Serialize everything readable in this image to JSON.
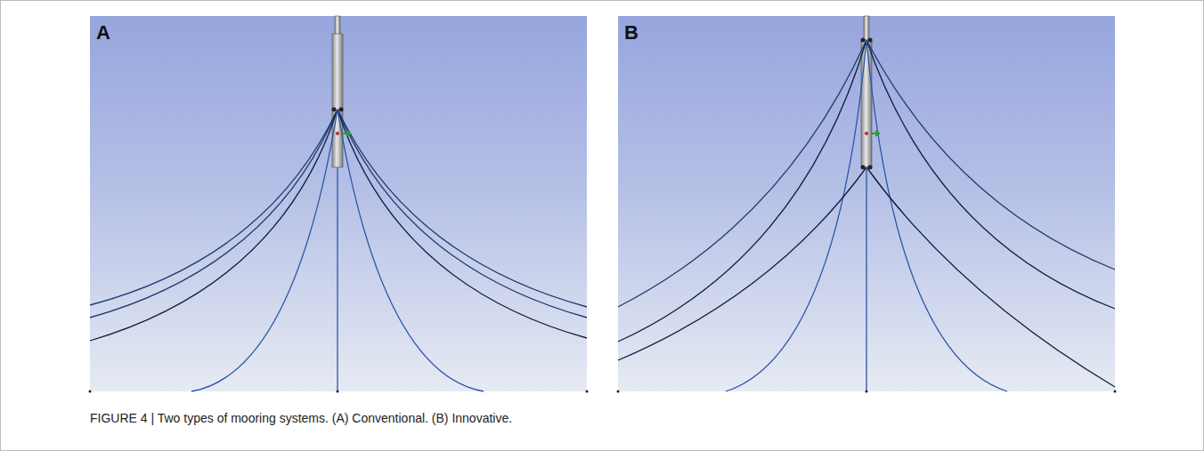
{
  "diagram": {
    "caption": "FIGURE 4 | Two types of mooring systems. (A) Conventional. (B) Innovative.",
    "labels": [
      "A",
      "B"
    ]
  }
}
